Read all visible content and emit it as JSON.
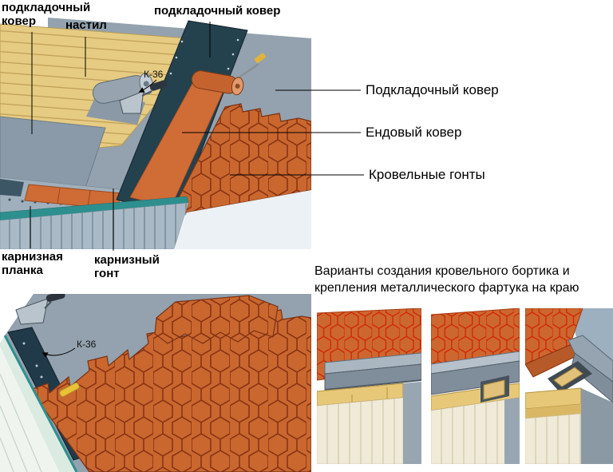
{
  "labels": {
    "underlay_top_left": "подкладочный ковер",
    "decking": "настил",
    "underlay_top_center": "подкладочный ковер",
    "k36_top": "К-36",
    "underlay_right": "Подкладочный ковер",
    "valley_carpet": "Ендовый ковер",
    "roof_shingles": "Кровельные гонты",
    "eaves_flashing": "карнизная планка",
    "eaves_shingle": "карнизный гонт",
    "k36_bottom": "К-36"
  },
  "variants": {
    "caption": "Варианты создания кровельного бортика и крепления металлического фартука на краю",
    "panel_count": 3
  },
  "colors": {
    "shingle_orange": "#c9672f",
    "shingle_line_dark": "#8a3415",
    "shingle_line_red": "#cf2200",
    "underlay_gray": "#93a2ae",
    "valley_dark": "#24414e",
    "wood_yellow": "#e6cb82",
    "fascia_teal": "#2e8f8f",
    "wall_blue_gray": "#a9bac6"
  }
}
